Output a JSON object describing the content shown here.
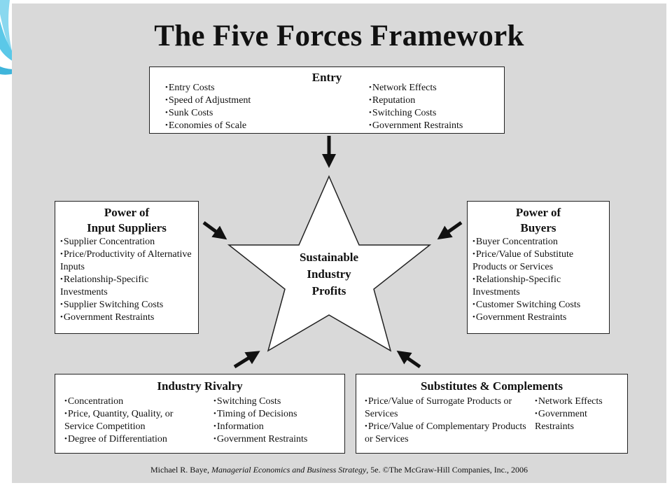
{
  "title": "The Five Forces Framework",
  "center": {
    "label": "Sustainable\nIndustry\nProfits"
  },
  "entry": {
    "title": "Entry",
    "left": [
      "Entry Costs",
      "Speed of Adjustment",
      "Sunk Costs",
      "Economies of Scale"
    ],
    "right": [
      "Network Effects",
      "Reputation",
      "Switching Costs",
      "Government Restraints"
    ]
  },
  "suppliers": {
    "title": "Power of\nInput Suppliers",
    "items": [
      "Supplier Concentration",
      "Price/Productivity of Alternative Inputs",
      "Relationship-Specific Investments",
      "Supplier Switching Costs",
      "Government Restraints"
    ]
  },
  "buyers": {
    "title": "Power of\nBuyers",
    "items": [
      "Buyer Concentration",
      "Price/Value of Substitute Products or Services",
      "Relationship-Specific Investments",
      "Customer Switching Costs",
      "Government Restraints"
    ]
  },
  "rivalry": {
    "title": "Industry Rivalry",
    "left": [
      "Concentration",
      "Price, Quantity, Quality, or Service Competition",
      "Degree of Differentiation"
    ],
    "right": [
      "Switching Costs",
      "Timing of Decisions",
      "Information",
      "Government Restraints"
    ]
  },
  "substitutes": {
    "title": "Substitutes & Complements",
    "left": [
      "Price/Value of Surrogate Products or Services",
      "Price/Value of Complementary Products or Services"
    ],
    "right": [
      "Network Effects",
      "Government Restraints"
    ]
  },
  "citation": {
    "author": "Michael R. Baye,",
    "book": "Managerial Economics and Business Strategy",
    "rest": ", 5e. ©The McGraw-Hill Companies, Inc., 2006"
  },
  "colors": {
    "panel": "#d9d9d9",
    "box_fill": "#ffffff",
    "ink": "#111111",
    "swoosh": "#5bc8e8"
  }
}
